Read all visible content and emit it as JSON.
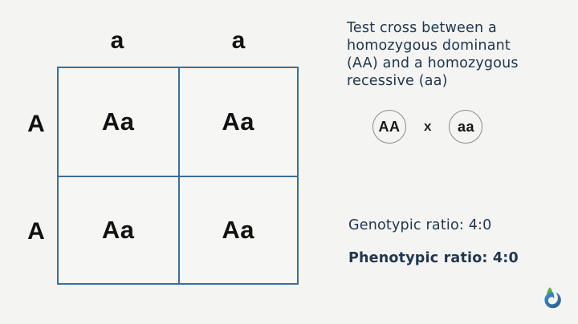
{
  "canvas": {
    "background_color": "#f4f4f2",
    "grid_line_color": "#3d6e96",
    "cell_fill_color": "#f6f6f5",
    "annotation_text_color": "#21374f",
    "logo_blue": "#2f7fc1",
    "logo_green": "#5aa832"
  },
  "punnett": {
    "column_headers": [
      "a",
      "a"
    ],
    "row_headers": [
      "A",
      "A"
    ],
    "cells": [
      [
        "Aa",
        "Aa"
      ],
      [
        "Aa",
        "Aa"
      ]
    ]
  },
  "annotation": {
    "description": "Test cross between a\nhomozygous dominant\n(AA) and a homozygous\nrecessive (aa)",
    "parent_left": "AA",
    "cross_symbol": "x",
    "parent_right": "aa",
    "genotypic_ratio": "Genotypic ratio: 4:0",
    "phenotypic_ratio": "Phenotypic ratio: 4:0"
  },
  "logo": {
    "name": "brand-logo"
  }
}
